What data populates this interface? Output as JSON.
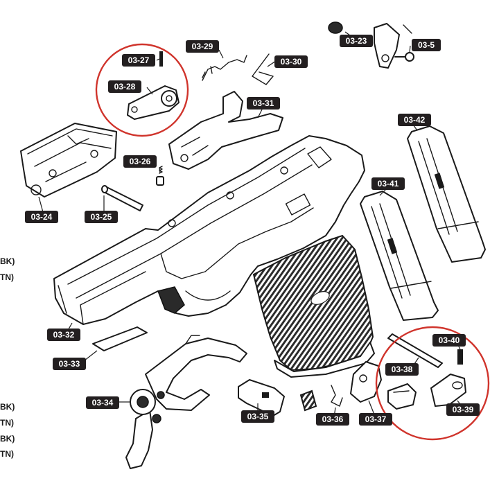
{
  "highlight_color": "#d0342c",
  "labels": {
    "p03_5": "03-5",
    "p03_23": "03-23",
    "p03_24": "03-24",
    "p03_25": "03-25",
    "p03_26": "03-26",
    "p03_27": "03-27",
    "p03_28": "03-28",
    "p03_29": "03-29",
    "p03_30": "03-30",
    "p03_31": "03-31",
    "p03_32": "03-32",
    "p03_33": "03-33",
    "p03_34": "03-34",
    "p03_35": "03-35",
    "p03_36": "03-36",
    "p03_37": "03-37",
    "p03_38": "03-38",
    "p03_39": "03-39",
    "p03_40": "03-40",
    "p03_41": "03-41",
    "p03_42": "03-42"
  },
  "edge_text": [
    "BK)",
    "TN)",
    "BK)",
    "TN)",
    "BK)",
    "TN)"
  ]
}
